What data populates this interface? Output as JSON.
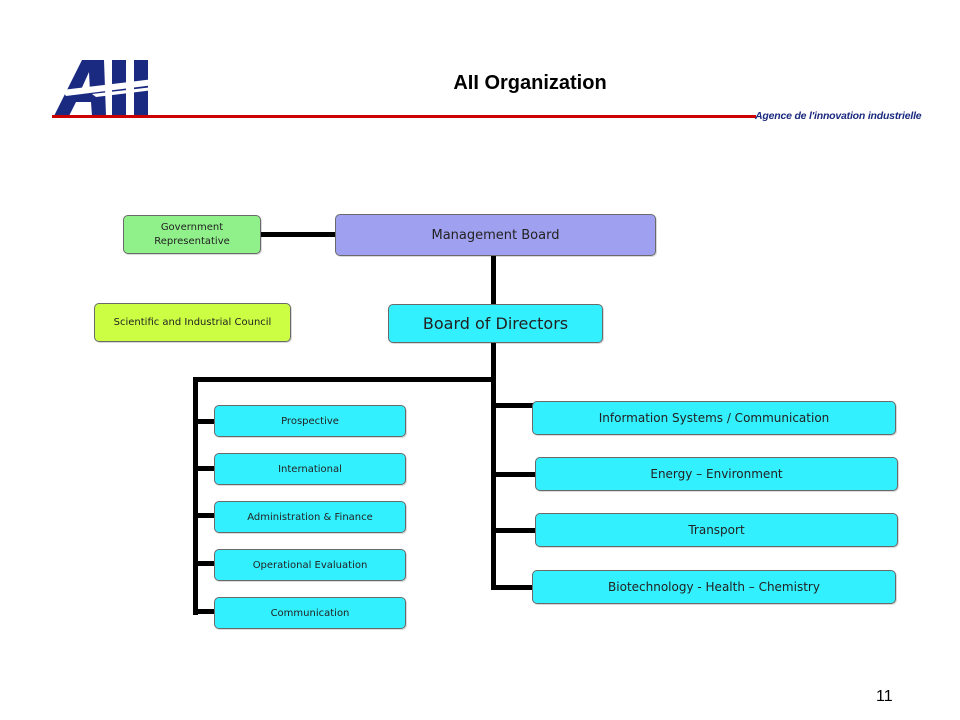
{
  "header": {
    "title": "AII Organization",
    "tagline": "Agence de l'innovation industrielle",
    "logo_text": "AII",
    "colors": {
      "logo_blue": "#1a2a80",
      "rule_red": "#cc0000"
    }
  },
  "chart": {
    "government": "Government Representative",
    "management": "Management Board",
    "council": "Scientific and Industrial Council",
    "board": "Board of Directors",
    "left_units": [
      "Prospective",
      "International",
      "Administration & Finance",
      "Operational Evaluation",
      "Communication"
    ],
    "right_units": [
      "Information Systems / Communication",
      "Energy – Environment",
      "Transport",
      "Biotechnology - Health – Chemistry"
    ],
    "colors": {
      "cyan": "#33f0ff",
      "lilac": "#a0a0f0",
      "green": "#90f08a",
      "lime": "#ccff44"
    }
  },
  "footer": {
    "page_number": "11"
  }
}
